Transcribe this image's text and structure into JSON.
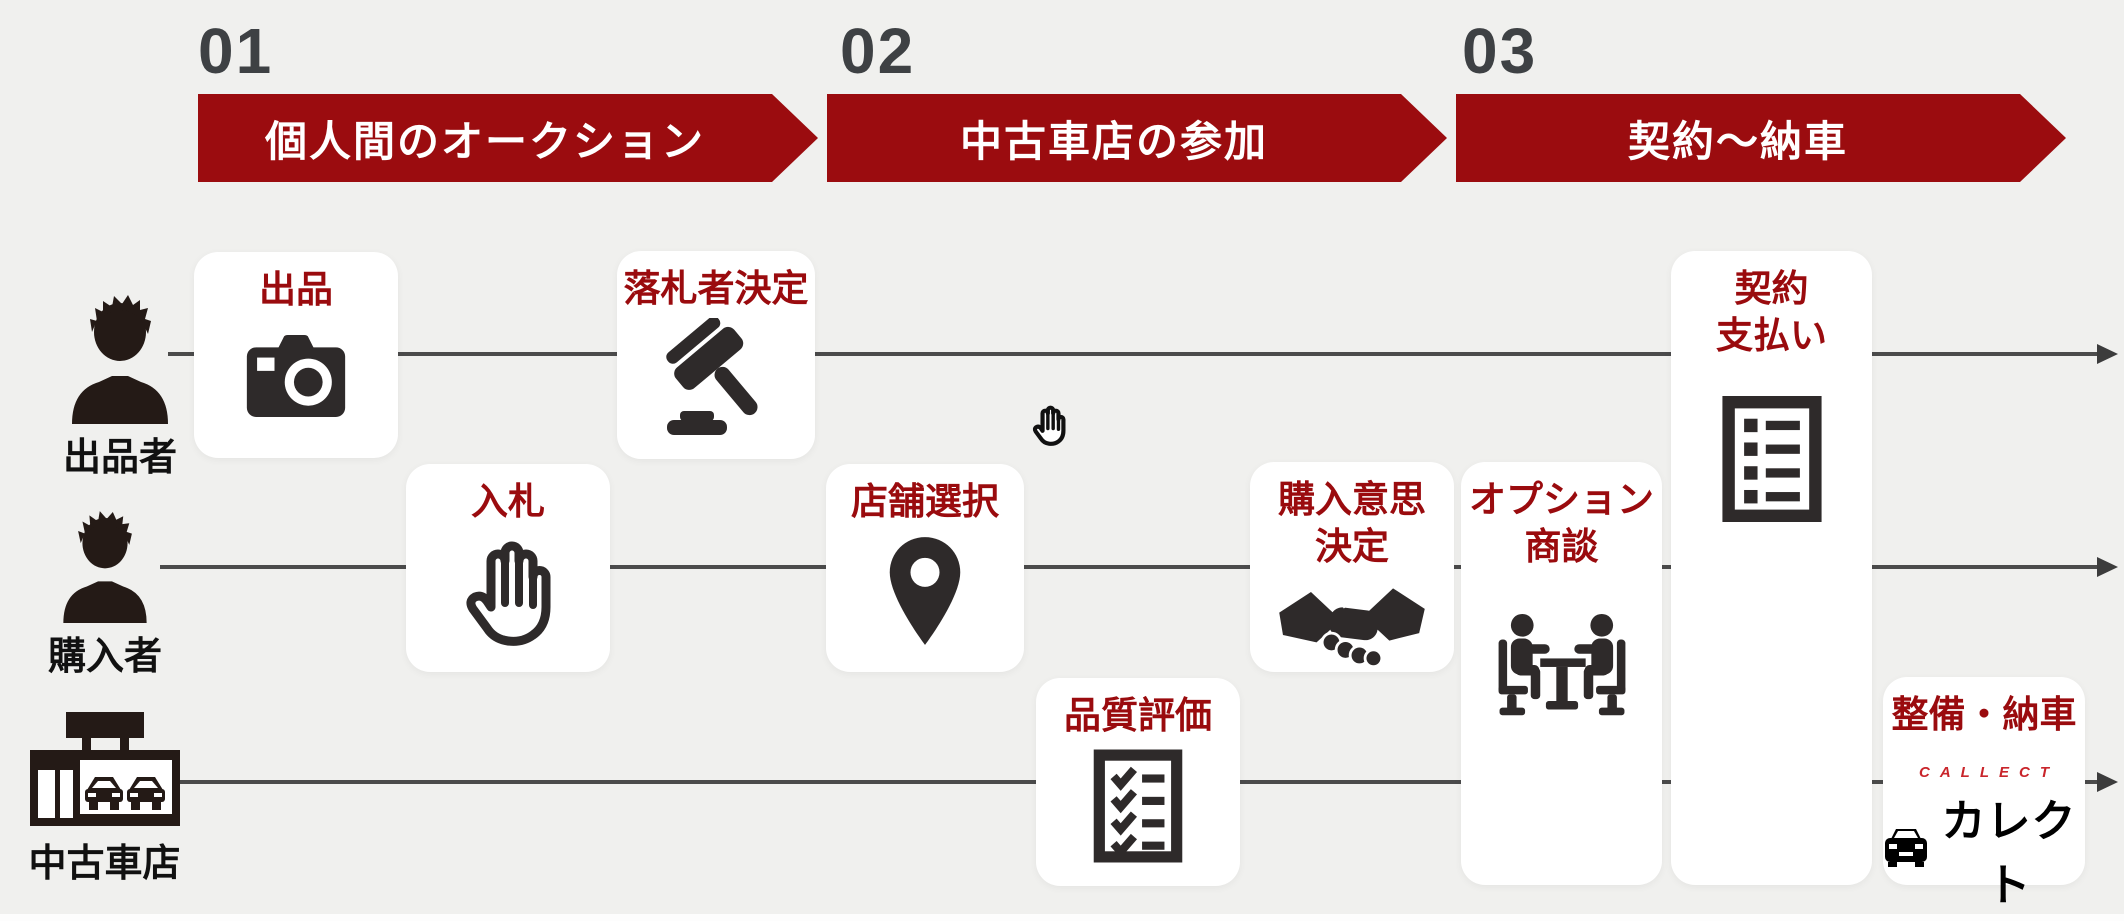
{
  "colors": {
    "background": "#f0f0ee",
    "banner_red": "#9b0c0f",
    "title_red": "#9a0b0e",
    "logo_red": "#c9252b",
    "icon_dark": "#2e2a2a",
    "silhouette": "#241a16",
    "number_gray": "#3e4144"
  },
  "phases": [
    {
      "number": "01",
      "label": "個人間のオークション"
    },
    {
      "number": "02",
      "label": "中古車店の参加"
    },
    {
      "number": "03",
      "label": "契約〜納車"
    }
  ],
  "lanes": [
    {
      "label": "出品者",
      "icon": "seller-person-icon"
    },
    {
      "label": "購入者",
      "icon": "buyer-person-icon"
    },
    {
      "label": "中古車店",
      "icon": "car-dealer-shop-icon"
    }
  ],
  "steps": [
    {
      "title": "出品",
      "icon": "camera-icon",
      "lane": "出品者",
      "phase": "01"
    },
    {
      "title": "入札",
      "icon": "raised-hand-icon",
      "lane": "購入者",
      "phase": "01"
    },
    {
      "title": "落札者決定",
      "icon": "gavel-icon",
      "lane": "出品者",
      "phase": "01"
    },
    {
      "title": "店舗選択",
      "icon": "location-pin-icon",
      "lane": "購入者",
      "phase": "02"
    },
    {
      "title": "品質評価",
      "icon": "checklist-icon",
      "lane": "中古車店",
      "phase": "02"
    },
    {
      "title": "購入意思決定",
      "lines": [
        "購入意思",
        "決定"
      ],
      "icon": "handshake-icon",
      "lane": "購入者",
      "phase": "02"
    },
    {
      "title": "オプション商談",
      "lines": [
        "オプション",
        "商談"
      ],
      "icon": "meeting-table-icon",
      "lane": "購入者・中古車店",
      "phase": "03"
    },
    {
      "title": "契約支払い",
      "lines": [
        "契約",
        "支払い"
      ],
      "icon": "contract-document-icon",
      "lane": "出品者・購入者",
      "phase": "03"
    },
    {
      "title": "整備・納車",
      "icon": "callect-logo",
      "lane": "中古車店",
      "phase": "03",
      "logo": {
        "brand_en": "CALLECT",
        "brand_jp": "カレクト"
      }
    }
  ],
  "cursor": {
    "type": "open-hand-cursor"
  }
}
